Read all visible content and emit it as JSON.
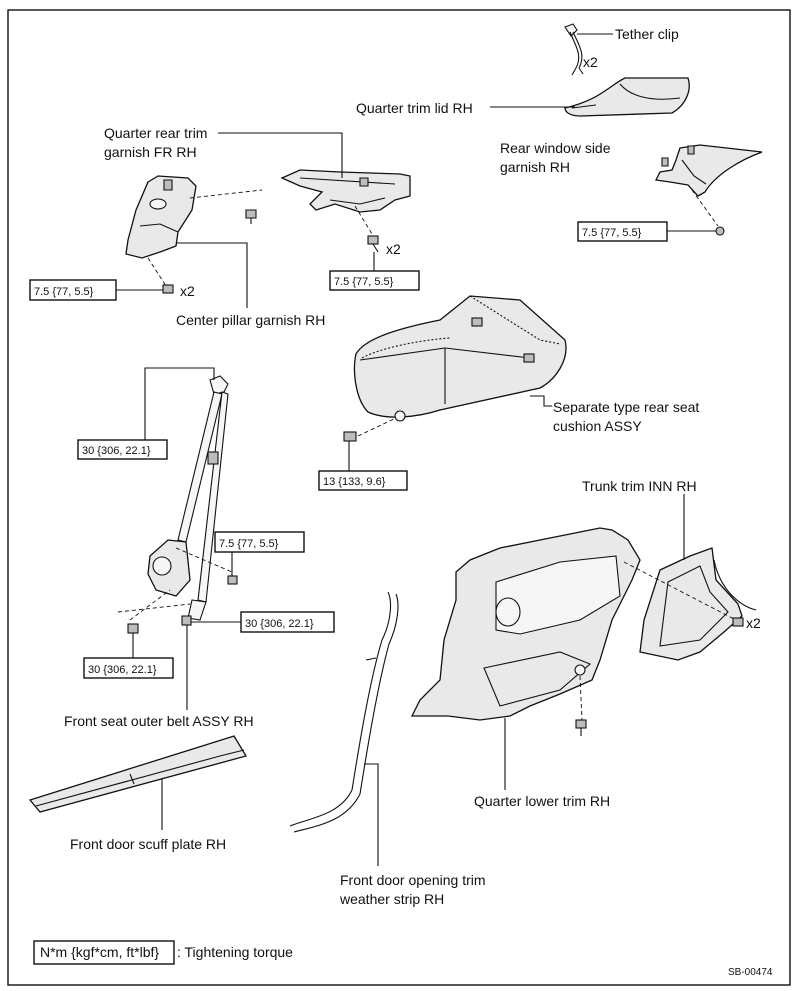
{
  "labels": {
    "tether_clip": "Tether clip",
    "x2_tether": "x2",
    "quarter_trim_lid": "Quarter trim lid RH",
    "quarter_rear_trim_l1": "Quarter rear trim",
    "quarter_rear_trim_l2": "garnish FR RH",
    "rear_window_l1": "Rear window side",
    "rear_window_l2": "garnish RH",
    "x2_quarter": "x2",
    "x2_center": "x2",
    "center_pillar": "Center pillar garnish RH",
    "separate_seat_l1": "Separate type rear seat",
    "separate_seat_l2": "cushion ASSY",
    "trunk_trim": "Trunk trim INN RH",
    "x2_trunk": "x2",
    "front_seat_belt": "Front seat outer belt ASSY RH",
    "front_door_scuff": "Front door scuff plate RH",
    "quarter_lower": "Quarter lower trim RH",
    "door_opening_l1": "Front door opening trim",
    "door_opening_l2": "weather strip RH"
  },
  "torques": {
    "rear_window": "7.5 {77, 5.5}",
    "quarter_rear": "7.5 {77, 5.5}",
    "center_pillar": "7.5 {77, 5.5}",
    "belt_upper": "30 {306, 22.1}",
    "seat_cushion": "13 {133, 9.6}",
    "belt_mid": "7.5 {77, 5.5}",
    "belt_right": "30 {306, 22.1}",
    "belt_lower": "30 {306, 22.1}"
  },
  "legend": {
    "unit_box": "N*m {kgf*cm, ft*lbf}",
    "description": ": Tightening torque"
  },
  "figure_id": "SB-00474"
}
